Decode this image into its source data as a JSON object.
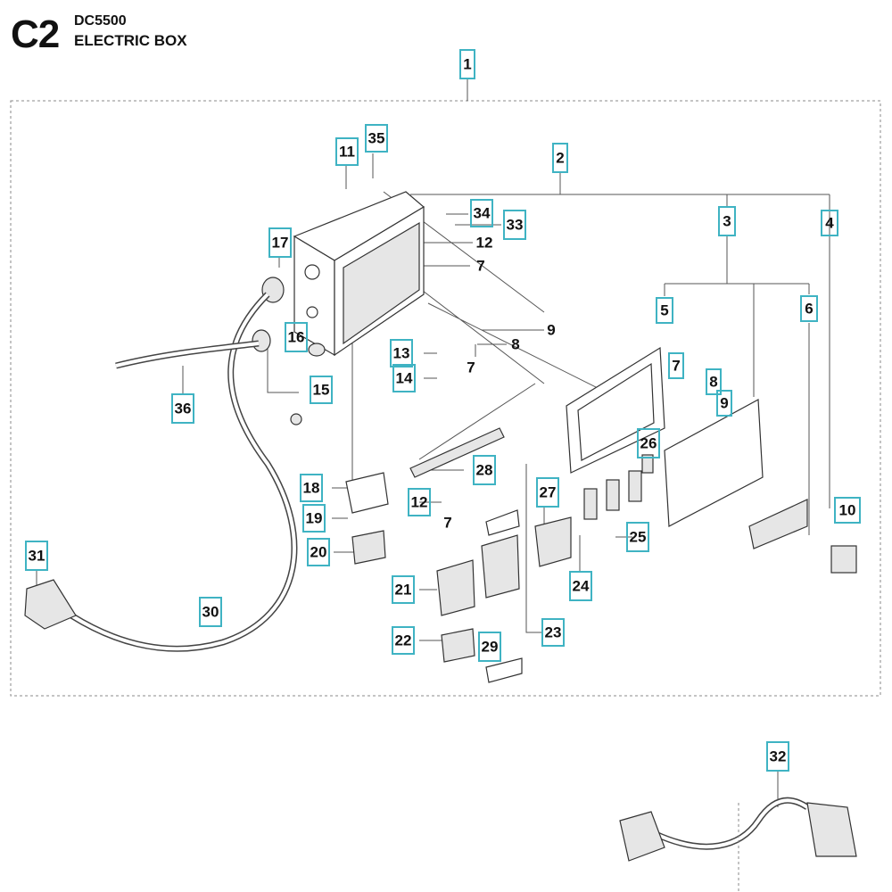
{
  "header": {
    "code": "C2",
    "model": "DC5500",
    "title": "ELECTRIC BOX"
  },
  "callouts_boxed": [
    "1",
    "2",
    "3",
    "4",
    "5",
    "6",
    "7",
    "8",
    "9",
    "10",
    "11",
    "35",
    "34",
    "33",
    "17",
    "16",
    "15",
    "13",
    "14",
    "36",
    "28",
    "26",
    "27",
    "25",
    "24",
    "18",
    "19",
    "20",
    "12",
    "21",
    "22",
    "29",
    "23",
    "31",
    "30",
    "32"
  ],
  "callouts_plain": [
    "12",
    "7",
    "9",
    "8",
    "7",
    "7"
  ],
  "colors": {
    "callout_box": "#3fb3c3",
    "line": "#555555"
  }
}
